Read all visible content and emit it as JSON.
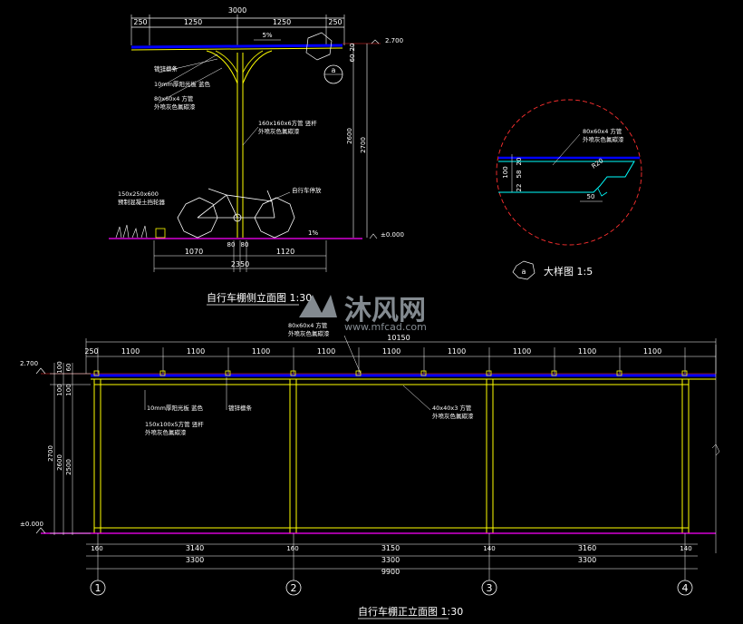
{
  "side_elevation": {
    "title": "自行车棚侧立面图 1:30",
    "top_dims": [
      "250",
      "1250",
      "1250",
      "250"
    ],
    "total_width": "3000",
    "slope": "5%",
    "level_top": "2.700",
    "level_ground": "±0.000",
    "right_dims": [
      "20",
      "60"
    ],
    "vertical_dims": [
      "2600",
      "2700"
    ],
    "bottom_dims": [
      "1070",
      "80",
      "80",
      "1120"
    ],
    "bottom_total": "2350",
    "ground_slope": "1%",
    "notes": [
      "镀锌檩条",
      "10mm厚阳光板 蓝色",
      "80x60x4 方管",
      "外喷灰色氟碳漆",
      "160x160x6方管 竖杆",
      "外喷灰色氟碳漆",
      "150x250x600",
      "预制混凝土挡轮器",
      "自行车停放"
    ],
    "detail_tag": "a"
  },
  "detail": {
    "label": "大样图 1:5",
    "tag": "a",
    "notes": [
      "80x60x4 方管",
      "外喷灰色氟碳漆"
    ],
    "dims": [
      "20",
      "58",
      "100",
      "22",
      "50"
    ],
    "bend_label": "R20"
  },
  "front_elevation": {
    "title": "自行车棚正立面图 1:30",
    "top_dims": [
      "250",
      "1100",
      "1100",
      "1100",
      "1100",
      "1100",
      "1100",
      "1100",
      "1100",
      "1100"
    ],
    "total_width": "10150",
    "level_top": "2.700",
    "level_ground": "±0.000",
    "left_dims": [
      "100",
      "60",
      "100",
      "100",
      "2700",
      "2600",
      "2500"
    ],
    "notes": [
      "80x60x4 方管",
      "外喷灰色氟碳漆",
      "10mm厚阳光板 蓝色",
      "镀锌檩条",
      "150x100x5方管 竖杆",
      "外喷灰色氟碳漆",
      "40x40x3 方管",
      "外喷灰色氟碳漆"
    ],
    "bottom_dims_1": [
      "160",
      "3140",
      "160",
      "3150",
      "140",
      "3160",
      "140"
    ],
    "bottom_dims_2": [
      "3300",
      "3300",
      "3300"
    ],
    "bottom_total": "9900",
    "axes": [
      "1",
      "2",
      "3",
      "4"
    ]
  },
  "watermark": {
    "brand": "沐风网",
    "url": "www.mfcad.com"
  },
  "colors": {
    "background": "#000000",
    "steel": "#ffff00",
    "panel": "#0000ff",
    "ground": "#ff00ff",
    "dimension": "#ffffff",
    "detail_circle": "#ff3030",
    "detail_shape": "#00ffff",
    "watermark": "#9aa3aa"
  }
}
